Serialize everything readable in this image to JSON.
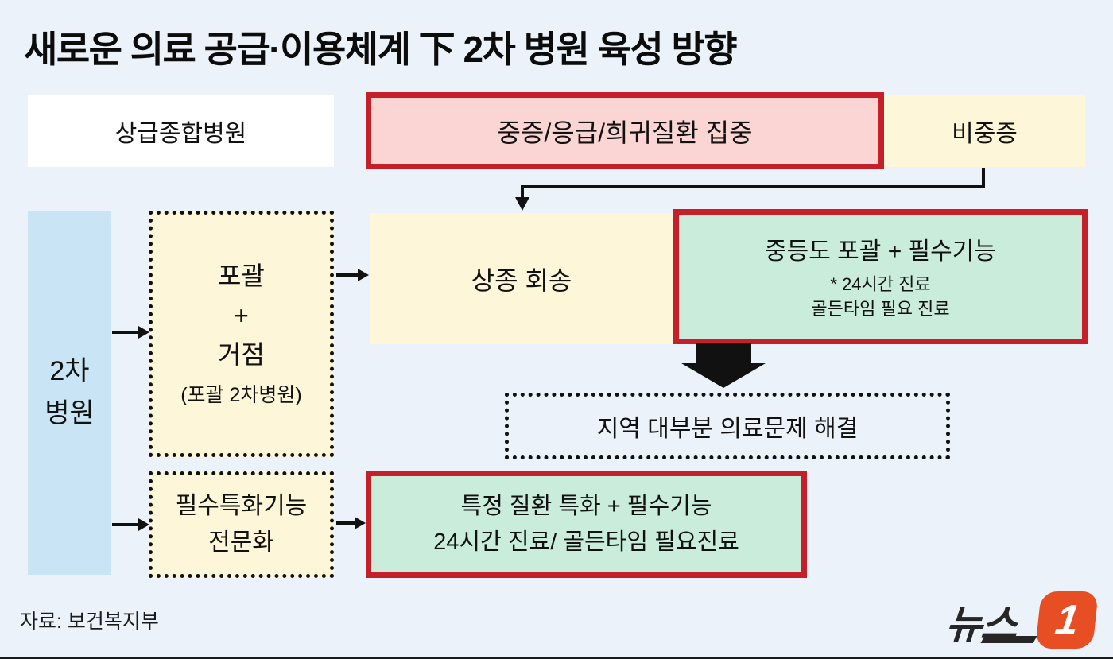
{
  "title": "새로운 의료 공급·이용체계 下 2차 병원 육성 방향",
  "colors": {
    "bg": "#ecf2f9",
    "pink": "#fbd4d4",
    "red": "#c5202a",
    "yellow": "#fdf6d8",
    "green": "#c9edda",
    "blue": "#c9e5f5",
    "orange": "#e84e24"
  },
  "tier1": {
    "hospital": "상급종합병원",
    "severe_focus": "중증/응급/희귀질환 집중",
    "non_severe": "비중증"
  },
  "tier2": {
    "label_line1": "2차",
    "label_line2": "병원",
    "comprehensive": {
      "line1": "포괄",
      "line2": "+",
      "line3": "거점",
      "note": "(포괄 2차병원)"
    },
    "referral": "상종 회송",
    "moderate": {
      "line1": "중등도 포괄 + 필수기능",
      "line2": "* 24시간 진료",
      "line3": "골든타임 필요 진료"
    },
    "regional_outcome": "지역 대부분 의료문제 해결",
    "specialized": {
      "line1": "필수특화기능",
      "line2": "전문화"
    },
    "specific": {
      "line1": "특정 질환 특화 + 필수기능",
      "line2": "24시간 진료/ 골든타임 필요진료"
    }
  },
  "footer": {
    "source": "자료: 보건복지부",
    "logo_text": "뉴스",
    "logo_number": "1"
  }
}
